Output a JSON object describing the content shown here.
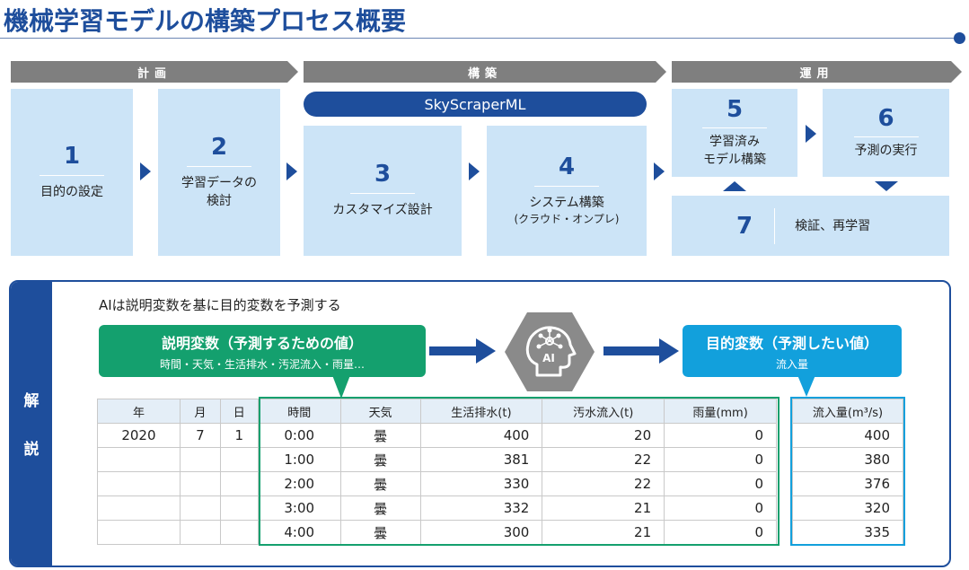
{
  "title": "機械学習モデルの構築プロセス概要",
  "phases": [
    {
      "label": "計画"
    },
    {
      "label": "構築"
    },
    {
      "label": "運用"
    }
  ],
  "tool_pill": "SkyScraperML",
  "steps": [
    {
      "num": "1",
      "label": "目的の設定"
    },
    {
      "num": "2",
      "label": "学習データの\n検討"
    },
    {
      "num": "3",
      "label": "カスタマイズ設計"
    },
    {
      "num": "4",
      "label": "システム構築",
      "sub": "(クラウド・オンプレ)"
    },
    {
      "num": "5",
      "label": "学習済み\nモデル構築"
    },
    {
      "num": "6",
      "label": "予測の実行"
    },
    {
      "num": "7",
      "label": "検証、再学習"
    }
  ],
  "explanation": {
    "side_label_1": "解",
    "side_label_2": "説",
    "heading": "AIは説明変数を基に目的変数を予測する",
    "explanatory": {
      "title": "説明変数（予測するための値）",
      "sub": "時間・天気・生活排水・汚泥流入・雨量…"
    },
    "target": {
      "title": "目的変数（予測したい値）",
      "sub": "流入量"
    },
    "ai_label": "AI",
    "colors": {
      "primary": "#1e4e9c",
      "explanatory": "#14a06e",
      "target": "#12a0dc",
      "step_bg": "#cce4f7",
      "phase_bar": "#7f7f7f"
    }
  },
  "table": {
    "headers": [
      "年",
      "月",
      "日",
      "時間",
      "天気",
      "生活排水(t)",
      "汚水流入(t)",
      "雨量(mm)",
      "流入量(m³/s)"
    ],
    "rows": [
      [
        "2020",
        "7",
        "1",
        "0:00",
        "曇",
        "400",
        "20",
        "0",
        "400"
      ],
      [
        "",
        "",
        "",
        "1:00",
        "曇",
        "381",
        "22",
        "0",
        "380"
      ],
      [
        "",
        "",
        "",
        "2:00",
        "曇",
        "330",
        "22",
        "0",
        "376"
      ],
      [
        "",
        "",
        "",
        "3:00",
        "曇",
        "332",
        "21",
        "0",
        "320"
      ],
      [
        "",
        "",
        "",
        "4:00",
        "曇",
        "300",
        "21",
        "0",
        "335"
      ]
    ]
  }
}
